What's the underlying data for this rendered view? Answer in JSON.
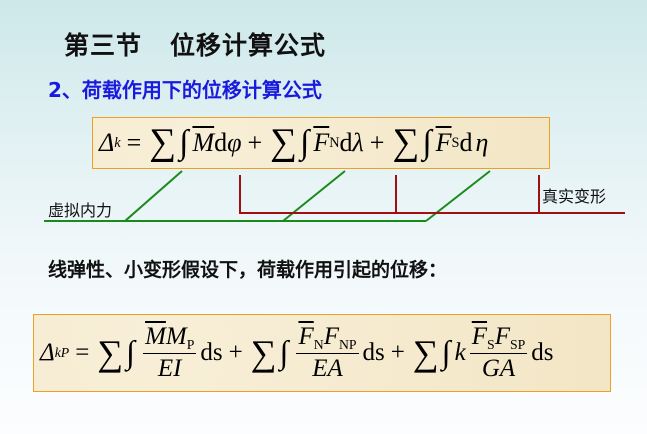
{
  "slide": {
    "section_title": "第三节",
    "section_name": "位移计算公式",
    "subtitle": "2、荷载作用下的位移计算公式",
    "general_formula": {
      "lhs_symbol": "Δ",
      "lhs_sub": "k",
      "equals": "=",
      "terms": [
        {
          "sum": "∑",
          "int": "∫",
          "bar_var": "M",
          "bar_sub": "",
          "diff": "d",
          "var": "φ"
        },
        {
          "sum": "∑",
          "int": "∫",
          "bar_var": "F",
          "bar_sub": "N",
          "diff": "d",
          "var": "λ"
        },
        {
          "sum": "∑",
          "int": "∫",
          "bar_var": "F",
          "bar_sub": "S",
          "diff": "d",
          "var": "η"
        }
      ],
      "plus": "+"
    },
    "labels": {
      "virtual_internal_force": "虚拟内力",
      "real_deformation": "真实变形"
    },
    "statement": "线弹性、小变形假设下，荷载作用引起的位移：",
    "load_formula": {
      "lhs_symbol": "Δ",
      "lhs_sub": "kP",
      "equals": "=",
      "plus": "+",
      "terms": [
        {
          "sum": "∑",
          "int": "∫",
          "coef": "",
          "num_bar": "M",
          "num_bar_sub": "",
          "num_var": "M",
          "num_sub": "P",
          "den": "EI",
          "diff": "ds"
        },
        {
          "sum": "∑",
          "int": "∫",
          "coef": "",
          "num_bar": "F",
          "num_bar_sub": "N",
          "num_var": "F",
          "num_sub": "NP",
          "den": "EA",
          "diff": "ds"
        },
        {
          "sum": "∑",
          "int": "∫",
          "coef": "k",
          "num_bar": "F",
          "num_bar_sub": "S",
          "num_var": "F",
          "num_sub": "SP",
          "den": "GA",
          "diff": "ds"
        }
      ]
    },
    "colors": {
      "subtitle": "#1a1adf",
      "box_border": "#f0a020",
      "box_fill": "#f6ecd2",
      "virtual_lines": "#1a8a1a",
      "real_lines": "#a01010"
    }
  }
}
